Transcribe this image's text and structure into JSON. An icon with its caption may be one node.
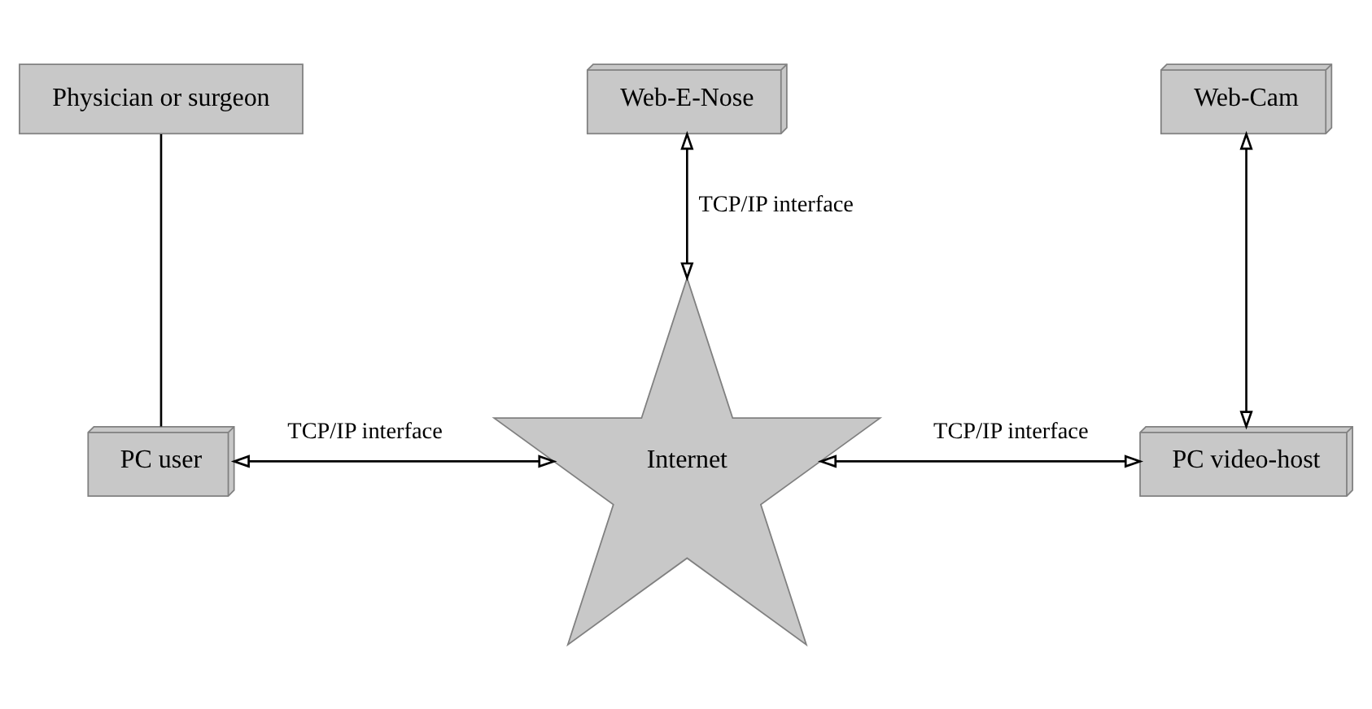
{
  "diagram": {
    "nodes": [
      {
        "text": [
          "Physician or surgeon"
        ]
      },
      {
        "text": [
          "Web-E-Nose"
        ]
      },
      {
        "text": [
          "Web-Cam"
        ]
      },
      {
        "text": [
          "PC user"
        ]
      },
      {
        "text": [
          "Internet"
        ]
      },
      {
        "text": [
          "PC video-host"
        ]
      }
    ],
    "edges": [
      {
        "from": 0,
        "to": 3,
        "arrow": "none"
      },
      {
        "from": 1,
        "to": 4,
        "arrow": "both",
        "label": "TCP/IP interface"
      },
      {
        "from": 2,
        "to": 5,
        "arrow": "both"
      },
      {
        "from": 3,
        "to": 4,
        "arrow": "both",
        "label": "TCP/IP interface"
      },
      {
        "from": 4,
        "to": 5,
        "arrow": "both",
        "label": "TCP/IP interface"
      }
    ]
  }
}
